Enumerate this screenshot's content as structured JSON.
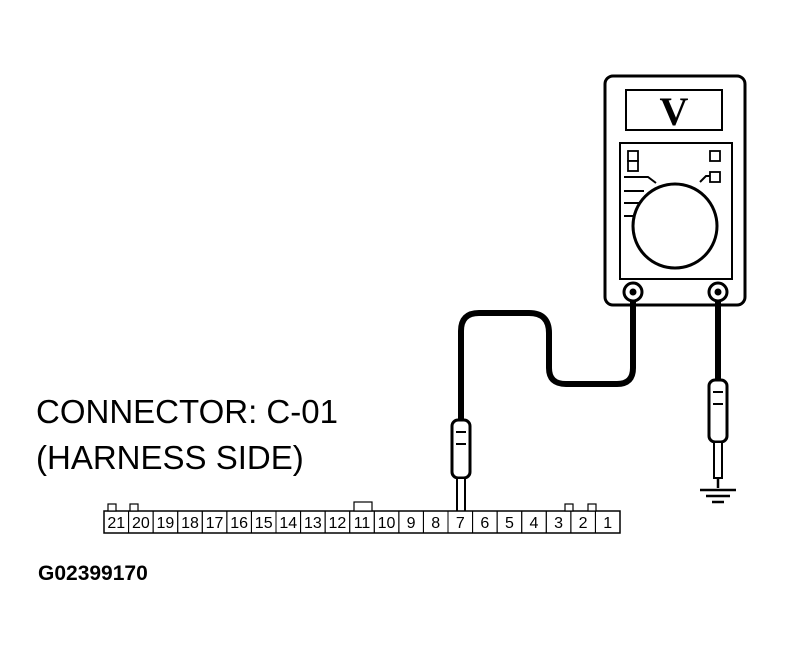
{
  "connector": {
    "title": "CONNECTOR: C-01",
    "side": "(HARNESS SIDE)",
    "pins": [
      21,
      20,
      19,
      18,
      17,
      16,
      15,
      14,
      13,
      12,
      11,
      10,
      9,
      8,
      7,
      6,
      5,
      4,
      3,
      2,
      1
    ],
    "probe_pin": 7
  },
  "meter": {
    "mode_symbol": "V"
  },
  "figure_id": "G02399170",
  "colors": {
    "line": "#000000",
    "background": "#ffffff"
  }
}
